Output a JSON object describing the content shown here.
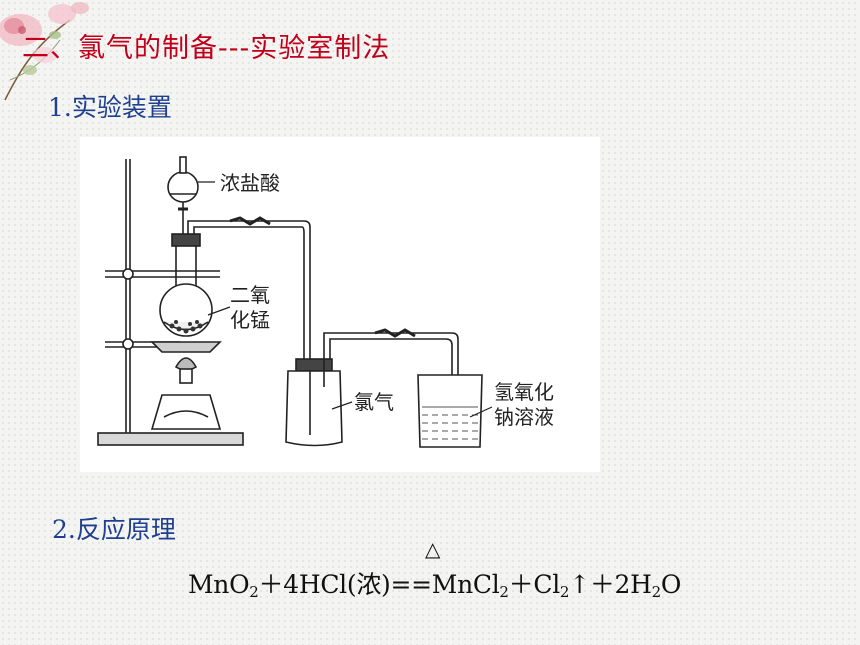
{
  "title": "二、氯气的制备---实验室制法",
  "section1": {
    "number": "1.",
    "label": "实验装置"
  },
  "diagram": {
    "labels": {
      "acid": "浓盐酸",
      "mno2_line1": "二氧",
      "mno2_line2": "化锰",
      "chlorine": "氯气",
      "naoh_line1": "氢氧化",
      "naoh_line2": "钠溶液"
    }
  },
  "section2": {
    "number": "2.",
    "label": "反应原理"
  },
  "reaction": {
    "condition": "△",
    "reactant1": "MnO",
    "reactant1_sub": "2",
    "plus1": "＋",
    "reactant2": "4HCl(浓)",
    "arrow": "==",
    "product1": "MnCl",
    "product1_sub": "2",
    "plus2": "＋",
    "product2": "Cl",
    "product2_sub": "2",
    "gas_arrow": "↑",
    "plus3": "＋",
    "product3_pre": "2H",
    "product3_sub": "2",
    "product3_post": "O"
  },
  "colors": {
    "title": "#c0001b",
    "section": "#1f3f8f",
    "background": "#f4f4f2"
  }
}
